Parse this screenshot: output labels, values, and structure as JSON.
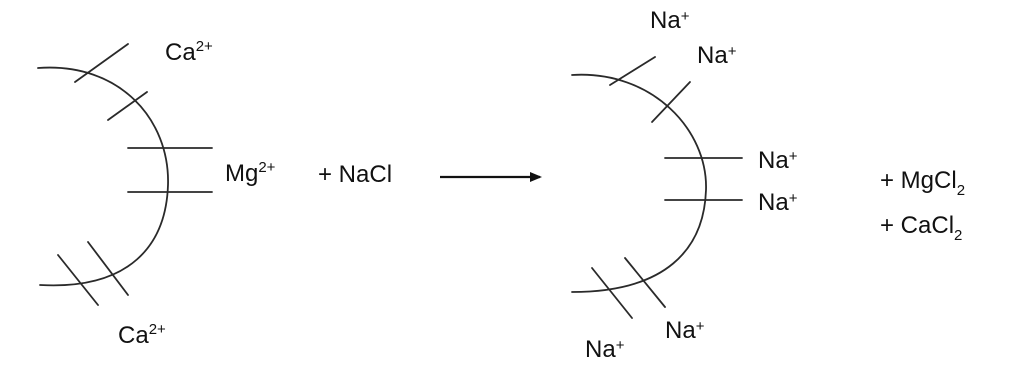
{
  "reactants": {
    "ca_top": {
      "base": "Ca",
      "sup": "2+"
    },
    "mg": {
      "base": "Mg",
      "sup": "2+"
    },
    "nacl": "+ NaCl",
    "ca_bottom": {
      "base": "Ca",
      "sup": "2+"
    }
  },
  "products": {
    "na_top_1": {
      "base": "Na",
      "sup": "+"
    },
    "na_top_2": {
      "base": "Na",
      "sup": "+"
    },
    "na_mid_1": {
      "base": "Na",
      "sup": "+"
    },
    "na_mid_2": {
      "base": "Na",
      "sup": "+"
    },
    "na_bot_1": {
      "base": "Na",
      "sup": "+"
    },
    "na_bot_2": {
      "base": "Na",
      "sup": "+"
    },
    "mgcl2": {
      "base": "+ MgCl",
      "sub": "2"
    },
    "cacl2": {
      "base": "+ CaCl",
      "sub": "2"
    }
  }
}
